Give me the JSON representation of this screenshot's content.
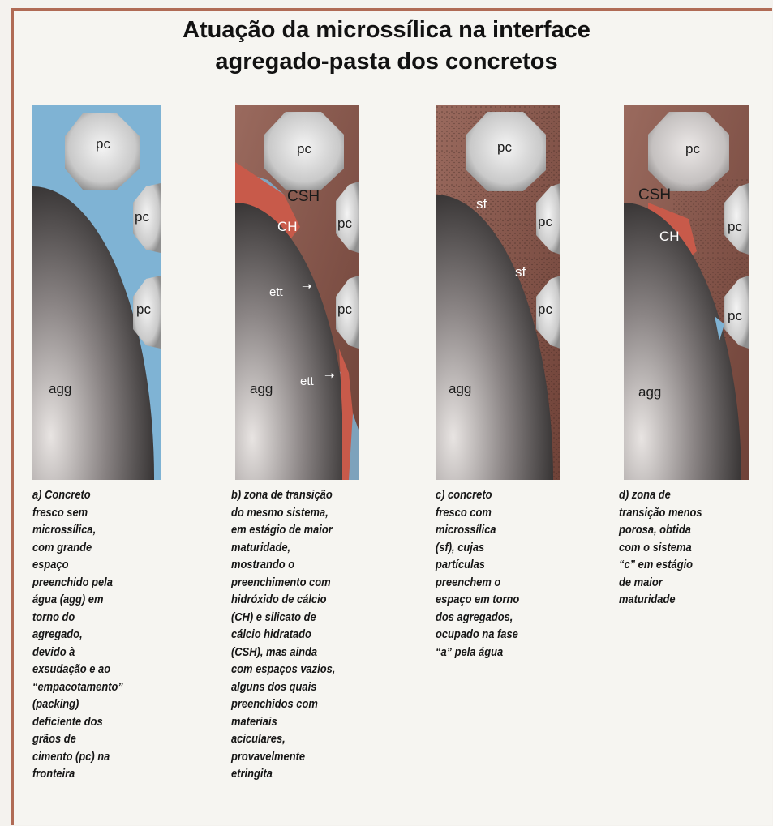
{
  "title": {
    "line1": "Atuação da microssílica na interface",
    "line2": "agregado-pasta dos concretos"
  },
  "panels": [
    {
      "id": "a",
      "labels": {
        "pc1": "pc",
        "pc2": "pc",
        "pc3": "pc",
        "agg": "agg"
      },
      "caption": "a) Concreto\nfresco sem\nmicrossílica,\ncom grande\nespaço\npreenchido pela\nágua (agg) em\ntorno do\nagregado,\ndevido à\nexsudação e ao\n“empacotamento”\n(packing)\ndeficiente dos\ngrãos de\ncimento (pc) na\nfronteira"
    },
    {
      "id": "b",
      "labels": {
        "pc1": "pc",
        "pc2": "pc",
        "pc3": "pc",
        "csh": "CSH",
        "ch": "CH",
        "ett1": "ett",
        "ett2": "ett",
        "agg": "agg"
      },
      "caption": "b) zona de transição\ndo mesmo sistema,\nem estágio de maior\nmaturidade,\nmostrando o\npreenchimento com\nhidróxido de cálcio\n(CH) e silicato de\ncálcio hidratado\n(CSH), mas ainda\ncom espaços vazios,\nalguns dos quais\npreenchidos com\nmateriais\naciculares,\nprovavelmente\netringita"
    },
    {
      "id": "c",
      "labels": {
        "pc1": "pc",
        "pc2": "pc",
        "pc3": "pc",
        "sf1": "sf",
        "sf2": "sf",
        "agg": "agg"
      },
      "caption": "c) concreto\nfresco com\nmicrossílica\n(sf), cujas\npartículas\npreenchem o\nespaço em torno\ndos agregados,\nocupado na fase\n“a” pela água"
    },
    {
      "id": "d",
      "labels": {
        "pc1": "pc",
        "pc2": "pc",
        "pc3": "pc",
        "csh": "CSH",
        "ch": "CH",
        "agg": "agg"
      },
      "caption": "d) zona de\ntransição menos\nporosa, obtida\ncom o sistema\n“c” em estágio\nde maior\nmaturidade"
    }
  ],
  "colors": {
    "water": "#7fb3d4",
    "paste_brown": "#8a5548",
    "ch_red": "#c85a4a",
    "grain_gray": "#cfcfcf"
  }
}
